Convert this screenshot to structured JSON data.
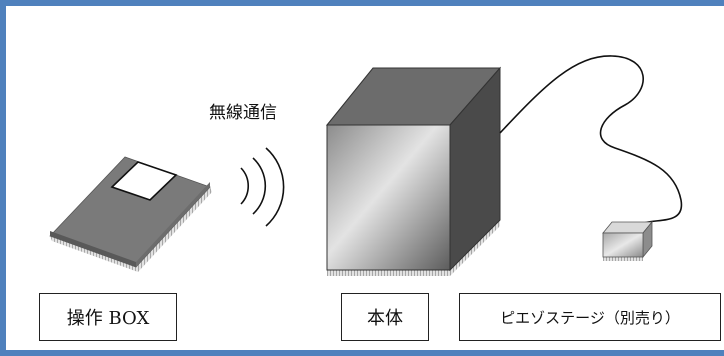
{
  "wireless_label": "無線通信",
  "labels": {
    "operation_box": "操作 BOX",
    "main_unit": "本体",
    "piezo_stage": "ピエゾステージ（別売り）"
  },
  "colors": {
    "frame_border": "#4f81bd",
    "device_gray": "#7f7f7f",
    "label_border": "#222222"
  }
}
